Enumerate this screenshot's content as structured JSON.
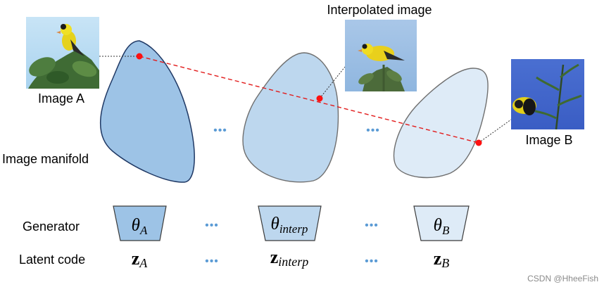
{
  "labels": {
    "image_a": "Image A",
    "image_b": "Image B",
    "interpolated": "Interpolated image",
    "manifold": "Image manifold",
    "generator": "Generator",
    "latent": "Latent code"
  },
  "generator_params": [
    {
      "symbol": "θ",
      "sub": "A"
    },
    {
      "symbol": "θ",
      "sub": "interp"
    },
    {
      "symbol": "θ",
      "sub": "B"
    }
  ],
  "latent_codes": [
    {
      "symbol": "z",
      "sub": "A"
    },
    {
      "symbol": "z",
      "sub": "interp"
    },
    {
      "symbol": "z",
      "sub": "B"
    }
  ],
  "ellipsis": "•••",
  "watermark": "CSDN @HheeFish",
  "colors": {
    "manifold_a": "#9dc3e6",
    "manifold_interp": "#bdd7ee",
    "manifold_b": "#deebf7",
    "path_line": "#e21b1b",
    "dots": "#5b9bd5"
  }
}
